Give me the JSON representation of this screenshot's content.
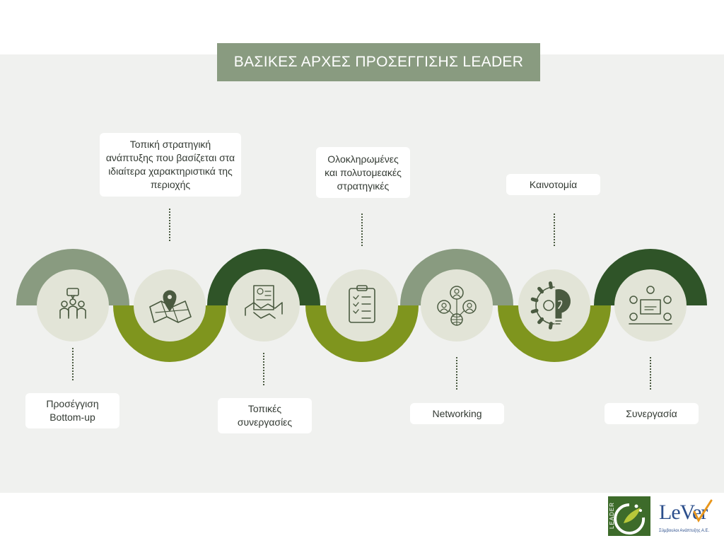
{
  "title": "ΒΑΣΙΚΕΣ ΑΡΧΕΣ ΠΡΟΣΕΓΓΙΣΗΣ LEADER",
  "colors": {
    "band": "#f0f1ef",
    "title_bg": "#899b80",
    "arc_sage": "#899b80",
    "arc_dark": "#2f5428",
    "arc_olive": "#7f951e",
    "circle_fill": "#e2e4d7",
    "icon_stroke": "#4a5a40"
  },
  "steps": [
    {
      "label": "Προσέγγιση\nBottom-up",
      "icon": "people-speech-icon",
      "arc": "sage",
      "side": "bottom"
    },
    {
      "label": "Τοπική στρατηγική\nανάπτυξης που βασίζεται στα\nιδιαίτερα χαρακτηριστικά της\nπεριοχής",
      "icon": "map-pin-icon",
      "arc": "olive",
      "side": "top"
    },
    {
      "label": "Τοπικές\nσυνεργασίες",
      "icon": "handshake-document-icon",
      "arc": "dark",
      "side": "bottom"
    },
    {
      "label": "Ολοκληρωμένες\nκαι πολυτομεακές\nστρατηγικές",
      "icon": "checklist-clipboard-icon",
      "arc": "olive",
      "side": "top"
    },
    {
      "label": "Networking",
      "icon": "network-globe-icon",
      "arc": "sage",
      "side": "bottom"
    },
    {
      "label": "Καινοτομία",
      "icon": "gear-bulb-icon",
      "arc": "olive",
      "side": "top"
    },
    {
      "label": "Συνεργασία",
      "icon": "team-meeting-icon",
      "arc": "dark",
      "side": "bottom"
    }
  ],
  "logos": {
    "leader_text": "LEADER",
    "lever_word": "LeVer",
    "lever_sub": "Σύμβουλοι Ανάπτυξης Α.Ε."
  }
}
